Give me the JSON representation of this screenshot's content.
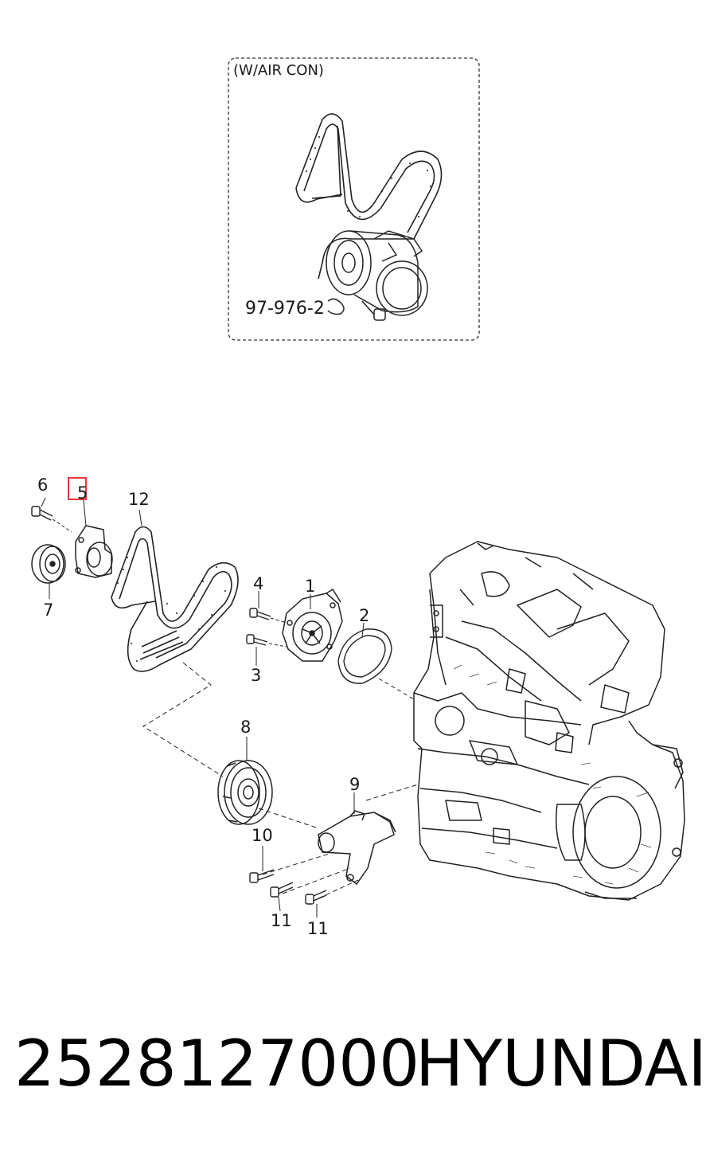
{
  "inset": {
    "title": "(W/AIR CON)",
    "reference": "97-976-2"
  },
  "callouts": {
    "c1": "1",
    "c2": "2",
    "c3": "3",
    "c4": "4",
    "c5": "5",
    "c6": "6",
    "c7": "7",
    "c8": "8",
    "c9": "9",
    "c10": "10",
    "c11a": "11",
    "c11b": "11",
    "c12": "12"
  },
  "highlight_color": "#e8333a",
  "footer": {
    "part_number": "2528127000",
    "brand": "HYUNDAI"
  }
}
